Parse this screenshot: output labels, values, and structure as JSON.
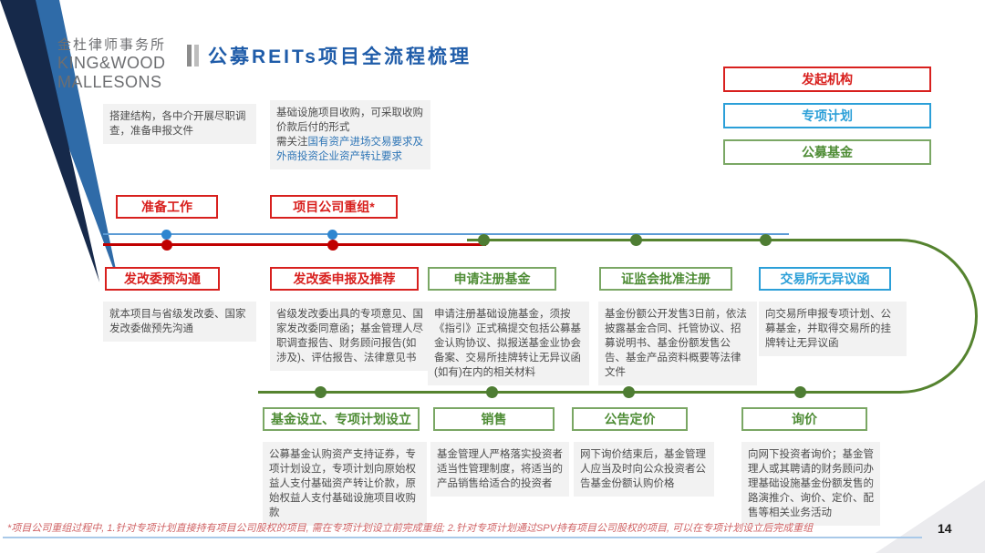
{
  "slide": {
    "title": "公募REITs项目全流程梳理",
    "page_number": "14",
    "footnote": "*项目公司重组过程中, 1.针对专项计划直接持有项目公司股权的项目, 需在专项计划设立前完成重组; 2.针对专项计划通过SPV持有项目公司股权的项目, 可以在专项计划设立后完成重组"
  },
  "logo": {
    "cn": "金杜律师事务所",
    "en_line1": "KING&WOOD",
    "en_line2": "MALLESONS"
  },
  "legend": {
    "items": [
      {
        "label": "发起机构",
        "color": "#d8201e"
      },
      {
        "label": "专项计划",
        "color": "#2b9fd8"
      },
      {
        "label": "公募基金",
        "color": "#7aa764"
      }
    ]
  },
  "prep_notes": {
    "note1": "搭建结构，各中介开展尽职调查，准备申报文件",
    "note2_line1": "基础设施项目收购，可采取收购价款后付的形式",
    "note2_prefix": "需关注",
    "note2_highlight": "国有资产进场交易要求及外商投资企业资产转让要求"
  },
  "row1": [
    {
      "label": "准备工作"
    },
    {
      "label": "项目公司重组*"
    }
  ],
  "row2": [
    {
      "label": "发改委预沟通",
      "note": "就本项目与省级发改委、国家发改委做预先沟通"
    },
    {
      "label": "发改委申报及推荐",
      "note": "省级发改委出具的专项意见、国家发改委同意函；基金管理人尽职调查报告、财务顾问报告(如涉及)、评估报告、法律意见书"
    },
    {
      "label": "申请注册基金",
      "note": "申请注册基础设施基金，须按《指引》正式稿提交包括公募基金认购协议、拟报送基金业协会备案、交易所挂牌转让无异议函(如有)在内的相关材料"
    },
    {
      "label": "证监会批准注册",
      "note": "基金份额公开发售3日前，依法披露基金合同、托管协议、招募说明书、基金份额发售公告、基金产品资料概要等法律文件"
    },
    {
      "label": "交易所无异议函",
      "note": "向交易所申报专项计划、公募基金，并取得交易所的挂牌转让无异议函"
    }
  ],
  "row3": [
    {
      "label": "基金设立、专项计划设立",
      "note": "公募基金认购资产支持证券，专项计划设立，专项计划向原始权益人支付基础资产转让价款，原始权益人支付基础设施项目收购款"
    },
    {
      "label": "销售",
      "note": "基金管理人严格落实投资者适当性管理制度，将适当的产品销售给适合的投资者"
    },
    {
      "label": "公告定价",
      "note": "网下询价结束后，基金管理人应当及时向公众投资者公告基金份额认购价格"
    },
    {
      "label": "询价",
      "note": "向网下投资者询价；基金管理人或其聘请的财务顾问办理基础设施基金份额发售的路演推介、询价、定价、配售等相关业务活动"
    }
  ],
  "colors": {
    "title_blue": "#1f5ca9",
    "sponsor_red": "#d8201e",
    "plan_blue": "#2b9fd8",
    "fund_green": "#7aa764",
    "timeline_red": "#c00000",
    "timeline_blue": "#5b9bd5",
    "timeline_green": "#55832f"
  }
}
